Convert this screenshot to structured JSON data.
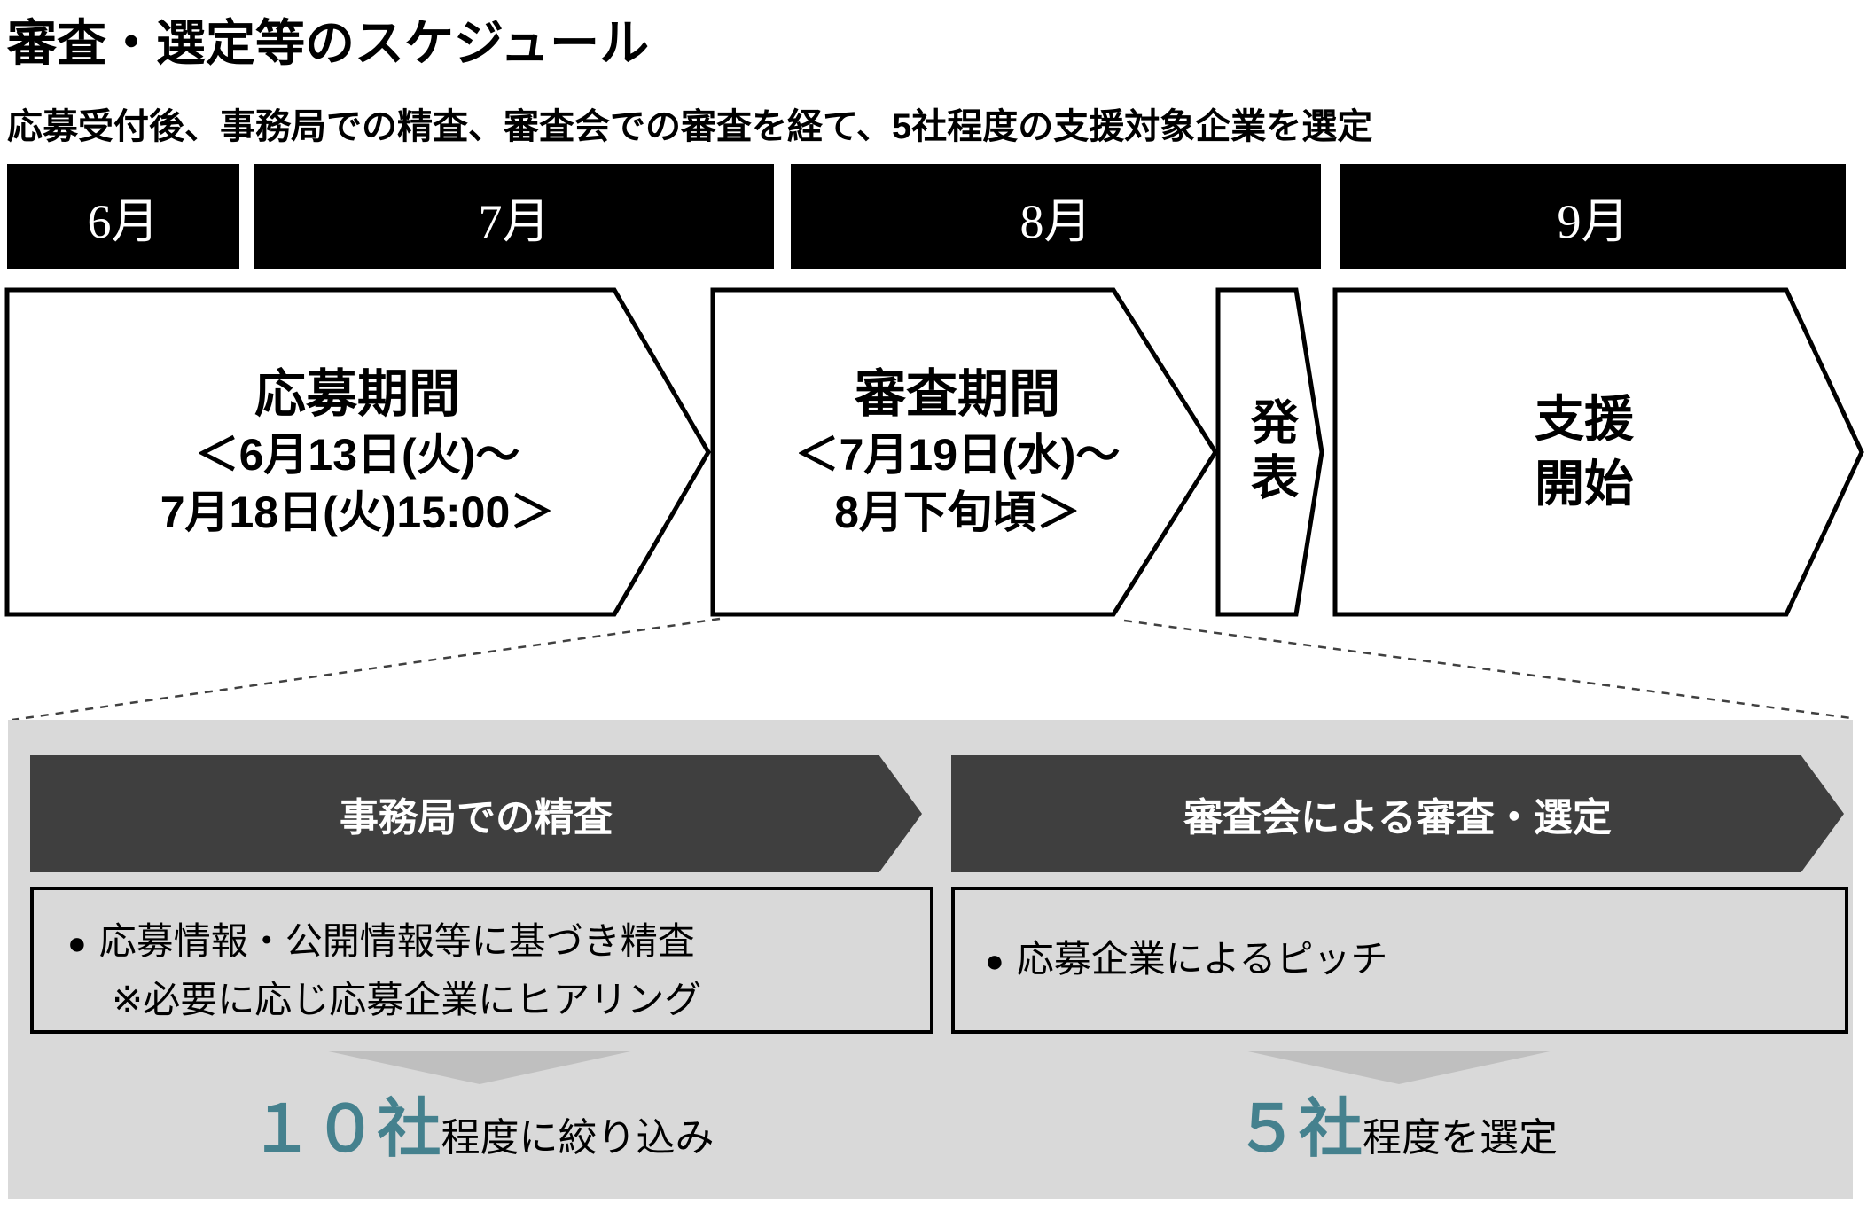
{
  "page": {
    "title": "審査・選定等のスケジュール",
    "subtitle": "応募受付後、事務局での精査、審査会での審査を経て、5社程度の支援対象企業を選定"
  },
  "timeline": {
    "months": [
      "6月",
      "7月",
      "8月",
      "9月"
    ],
    "stages": {
      "application": {
        "title": "応募期間",
        "date1": "＜6月13日(火)～",
        "date2": "7月18日(火)15:00＞"
      },
      "screening": {
        "title": "審査期間",
        "date1": "＜7月19日(水)～",
        "date2": "8月下旬頃＞"
      },
      "announcement": {
        "title": "発表"
      },
      "support": {
        "line1": "支援",
        "line2": "開始"
      }
    }
  },
  "detail": {
    "left": {
      "header": "事務局での精査",
      "bullet": "●",
      "bullet_line": "応募情報・公開情報等に基づき精査",
      "note_line": "※必要に応じ応募企業にヒアリング",
      "result_number": "１０社",
      "result_text": "程度に絞り込み"
    },
    "right": {
      "header": "審査会による審査・選定",
      "bullet": "●",
      "bullet_line": "応募企業によるピッチ",
      "result_number": "５社",
      "result_text": "程度を選定"
    }
  },
  "colors": {
    "month_bar_bg": "#000000",
    "header_arrow_bg": "#3f3f3f",
    "panel_bg": "#d9d9d9",
    "triangle_gray": "#bfbfbf",
    "accent_teal": "#45818e"
  }
}
